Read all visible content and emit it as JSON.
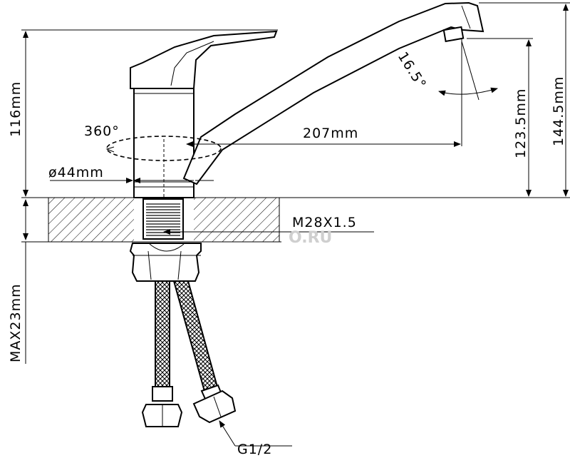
{
  "dimensions": {
    "rotation": "360°",
    "base_diameter": "ø44mm",
    "spout_reach": "207mm",
    "spout_angle": "16.5°",
    "height_total": "144.5mm",
    "height_spout_outlet": "123.5mm",
    "height_handle": "116mm",
    "max_counter_thickness": "MAX23mm",
    "thread_size": "M28X1.5",
    "hose_connection": "G1/2"
  },
  "watermark": "O.RU",
  "colors": {
    "line": "#000000",
    "background": "#ffffff",
    "hatch": "#000000",
    "watermark": "#cfcfcf"
  }
}
